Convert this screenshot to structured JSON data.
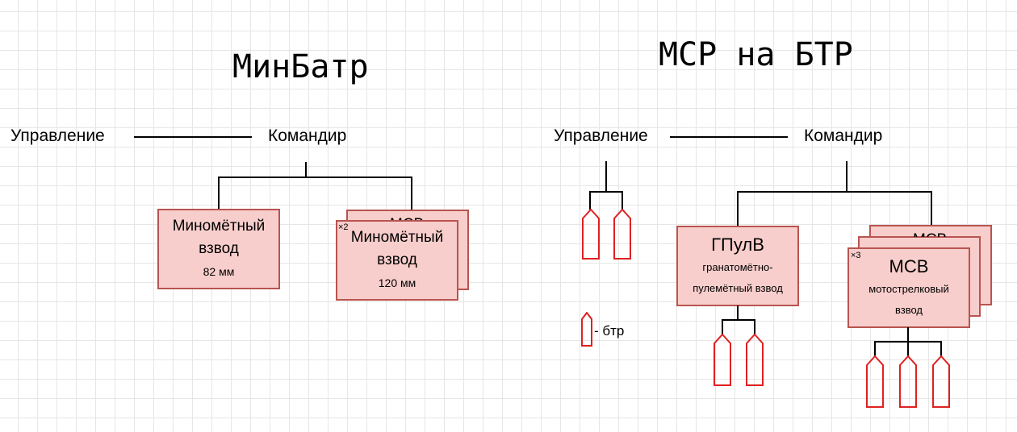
{
  "left": {
    "title": "МинБатр",
    "control": "Управление",
    "commander": "Командир",
    "unit1": {
      "name_line1": "Миномётный",
      "name_line2": "взвод",
      "caliber": "82 мм"
    },
    "unit2": {
      "name_line1": "Миномётный",
      "name_line2": "взвод",
      "caliber": "120 мм",
      "multiplier": "×2",
      "back_text": "МСВ"
    }
  },
  "right": {
    "title": "МСР на БТР",
    "control": "Управление",
    "commander": "Командир",
    "unit1": {
      "abbr": "ГПулВ",
      "desc_line1": "гранатомётно-",
      "desc_line2": "пулемётный взвод"
    },
    "unit2": {
      "abbr": "МСВ",
      "desc_line1": "мотострелковый",
      "desc_line2": "взвод",
      "multiplier": "×3",
      "back_text": "МСВ"
    },
    "legend": "- бтр"
  },
  "colors": {
    "box_fill": "#f8cecc",
    "box_border": "#b85450",
    "btr_stroke": "#e02020"
  },
  "icons": [
    "btr-icon"
  ]
}
